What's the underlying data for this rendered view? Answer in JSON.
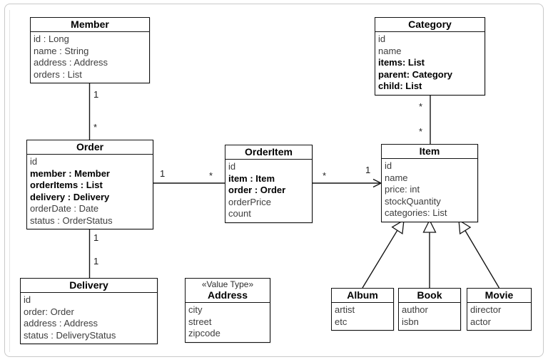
{
  "diagram": {
    "kind": "uml-class-diagram"
  },
  "classes": [
    {
      "name": "Member",
      "attributes": [
        {
          "text": "id : Long",
          "bold": false
        },
        {
          "text": "name : String",
          "bold": false
        },
        {
          "text": "address : Address",
          "bold": false
        },
        {
          "text": "orders : List",
          "bold": false
        }
      ]
    },
    {
      "name": "Order",
      "attributes": [
        {
          "text": "id",
          "bold": false
        },
        {
          "text": "member : Member",
          "bold": true
        },
        {
          "text": "orderItems : List",
          "bold": true
        },
        {
          "text": "delivery : Delivery",
          "bold": true
        },
        {
          "text": "orderDate : Date",
          "bold": false
        },
        {
          "text": "status : OrderStatus",
          "bold": false
        }
      ]
    },
    {
      "name": "OrderItem",
      "attributes": [
        {
          "text": "id",
          "bold": false
        },
        {
          "text": "item : Item",
          "bold": true
        },
        {
          "text": "order : Order",
          "bold": true
        },
        {
          "text": "orderPrice",
          "bold": false
        },
        {
          "text": "count",
          "bold": false
        }
      ]
    },
    {
      "name": "Item",
      "attributes": [
        {
          "text": "id",
          "bold": false
        },
        {
          "text": "name",
          "bold": false
        },
        {
          "text": "price: int",
          "bold": false
        },
        {
          "text": "stockQuantity",
          "bold": false
        },
        {
          "text": "categories: List",
          "bold": false
        }
      ]
    },
    {
      "name": "Category",
      "attributes": [
        {
          "text": "id",
          "bold": false
        },
        {
          "text": "name",
          "bold": false
        },
        {
          "text": "items: List",
          "bold": true
        },
        {
          "text": "parent: Category",
          "bold": true
        },
        {
          "text": "child: List",
          "bold": true
        }
      ]
    },
    {
      "name": "Delivery",
      "attributes": [
        {
          "text": "id",
          "bold": false
        },
        {
          "text": "order: Order",
          "bold": false
        },
        {
          "text": "address : Address",
          "bold": false
        },
        {
          "text": "status : DeliveryStatus",
          "bold": false
        }
      ]
    },
    {
      "name": "Address",
      "stereotype": "«Value Type»",
      "attributes": [
        {
          "text": "city",
          "bold": false
        },
        {
          "text": "street",
          "bold": false
        },
        {
          "text": "zipcode",
          "bold": false
        }
      ]
    },
    {
      "name": "Album",
      "attributes": [
        {
          "text": "artist",
          "bold": false
        },
        {
          "text": "etc",
          "bold": false
        }
      ]
    },
    {
      "name": "Book",
      "attributes": [
        {
          "text": "author",
          "bold": false
        },
        {
          "text": "isbn",
          "bold": false
        }
      ]
    },
    {
      "name": "Movie",
      "attributes": [
        {
          "text": "director",
          "bold": false
        },
        {
          "text": "actor",
          "bold": false
        }
      ]
    }
  ],
  "relations": {
    "member_order": {
      "member_end": "1",
      "order_end": "*"
    },
    "order_orderitem": {
      "order_end": "1",
      "orderitem_end": "*"
    },
    "orderitem_item": {
      "orderitem_end": "*",
      "item_end": "1"
    },
    "category_item": {
      "category_end": "*",
      "item_end": "*"
    },
    "order_delivery": {
      "order_end": "1",
      "delivery_end": "1"
    }
  }
}
